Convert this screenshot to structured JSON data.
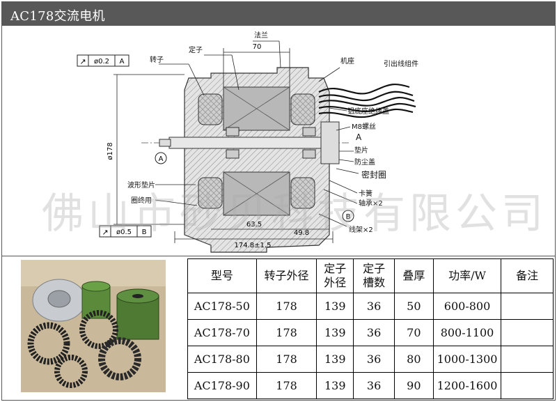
{
  "header": {
    "title": "AC178交流电机"
  },
  "drawing": {
    "labels": {
      "flange": "法兰",
      "stator": "定子",
      "rotor": "转子",
      "housing": "机座",
      "lead_assembly": "引出线组件",
      "aluminum_cover": "铝底座绝缘盖",
      "m8_nut": "M8螺丝",
      "datum_a_right": "A",
      "washer": "垫片",
      "dust_cover": "防尘盖",
      "seal_ring": "密封圈",
      "wave_washer": "波形垫片",
      "retaining_ring": "圈终用",
      "circlip": "卡簧",
      "bearing": "轴承×2",
      "wire_frame": "线架×2"
    },
    "dimensions": {
      "d70": "70",
      "d178": "ø178",
      "d63_5": "63.5",
      "d49_8": "49.8",
      "d174_8": "174.8±1.5"
    },
    "tolerance_top": {
      "symbol": "↗",
      "value": "ø0.2",
      "datum": "A"
    },
    "tolerance_bottom": {
      "symbol": "↗",
      "value": "ø0.5",
      "datum": "B"
    },
    "datum_circle_a": "A",
    "datum_circle_b": "B"
  },
  "watermark": "佛山市砂贝科技有限公司",
  "table": {
    "headers": [
      "型号",
      "转子外径",
      "定子\n外径",
      "定子\n槽数",
      "叠厚",
      "功率/W",
      "备注"
    ],
    "rows": [
      [
        "AC178-50",
        "178",
        "139",
        "36",
        "50",
        "600-800",
        ""
      ],
      [
        "AC178-70",
        "178",
        "139",
        "36",
        "70",
        "800-1100",
        ""
      ],
      [
        "AC178-80",
        "178",
        "139",
        "36",
        "80",
        "1000-1300",
        ""
      ],
      [
        "AC178-90",
        "178",
        "139",
        "36",
        "90",
        "1200-1600",
        ""
      ]
    ]
  },
  "colors": {
    "title_bar": "#585858",
    "stator_core": "#b8b8b8",
    "housing": "#d0d0d0"
  }
}
